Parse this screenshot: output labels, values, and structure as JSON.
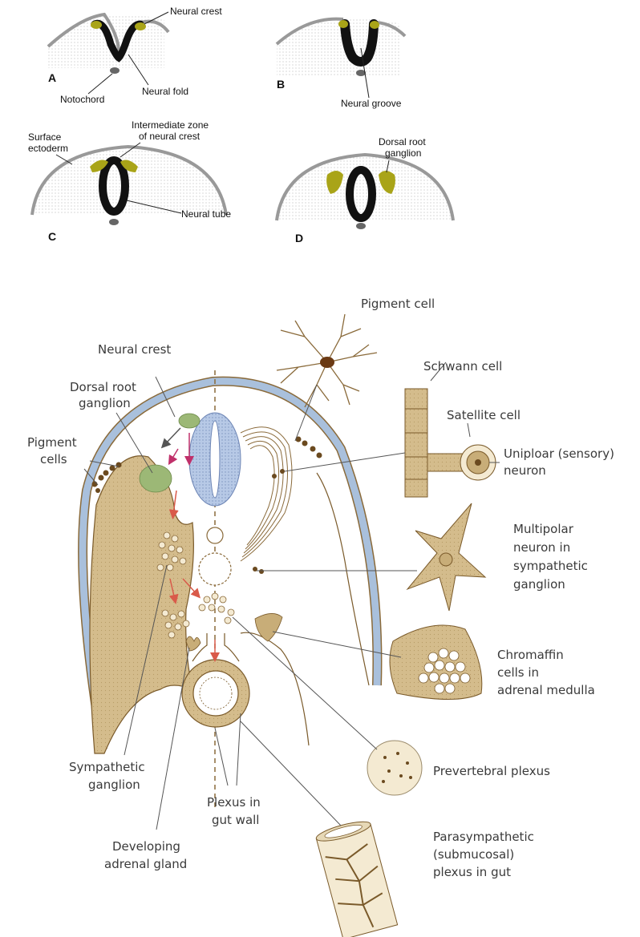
{
  "top_panels": {
    "A": {
      "letter": "A",
      "labels": {
        "neural_crest": "Neural crest",
        "notochord": "Notochord",
        "neural_fold": "Neural fold"
      }
    },
    "B": {
      "letter": "B",
      "labels": {
        "neural_groove": "Neural groove"
      }
    },
    "C": {
      "letter": "C",
      "labels": {
        "surface_ectoderm_1": "Surface",
        "surface_ectoderm_2": "ectoderm",
        "intermediate_1": "Intermediate zone",
        "intermediate_2": "of neural crest",
        "neural_tube": "Neural tube"
      }
    },
    "D": {
      "letter": "D",
      "labels": {
        "drg_1": "Dorsal root",
        "drg_2": "ganglion"
      }
    }
  },
  "main": {
    "labels": {
      "pigment_cell": "Pigment cell",
      "neural_crest": "Neural crest",
      "dorsal_root_1": "Dorsal root",
      "dorsal_root_2": "ganglion",
      "pigment_cells_1": "Pigment",
      "pigment_cells_2": "cells",
      "schwann_cell": "Schwann cell",
      "satellite_cell": "Satellite cell",
      "unipolar_1": "Uniploar (sensory)",
      "unipolar_2": "neuron",
      "multipolar_1": "Multipolar",
      "multipolar_2": "neuron in",
      "multipolar_3": "sympathetic",
      "multipolar_4": "ganglion",
      "chromaffin_1": "Chromaffin",
      "chromaffin_2": "cells in",
      "chromaffin_3": "adrenal medulla",
      "prevertebral": "Prevertebral plexus",
      "sympathetic_1": "Sympathetic",
      "sympathetic_2": "ganglion",
      "plexus_gut_1": "Plexus in",
      "plexus_gut_2": "gut wall",
      "adrenal_1": "Developing",
      "adrenal_2": "adrenal gland",
      "parasym_1": "Parasympathetic",
      "parasym_2": "(submucosal)",
      "parasym_3": "plexus in gut"
    }
  },
  "colors": {
    "tissue": "#d4bc8c",
    "tissue_stroke": "#7a5a2a",
    "ectoderm": "#a9c0dc",
    "crest_green": "#9cb876",
    "neural_tube_blue": "#b7c9e6",
    "crest_olive": "#a9a418",
    "arrow_red": "#d95a4a",
    "arrow_magenta": "#c0306a"
  }
}
